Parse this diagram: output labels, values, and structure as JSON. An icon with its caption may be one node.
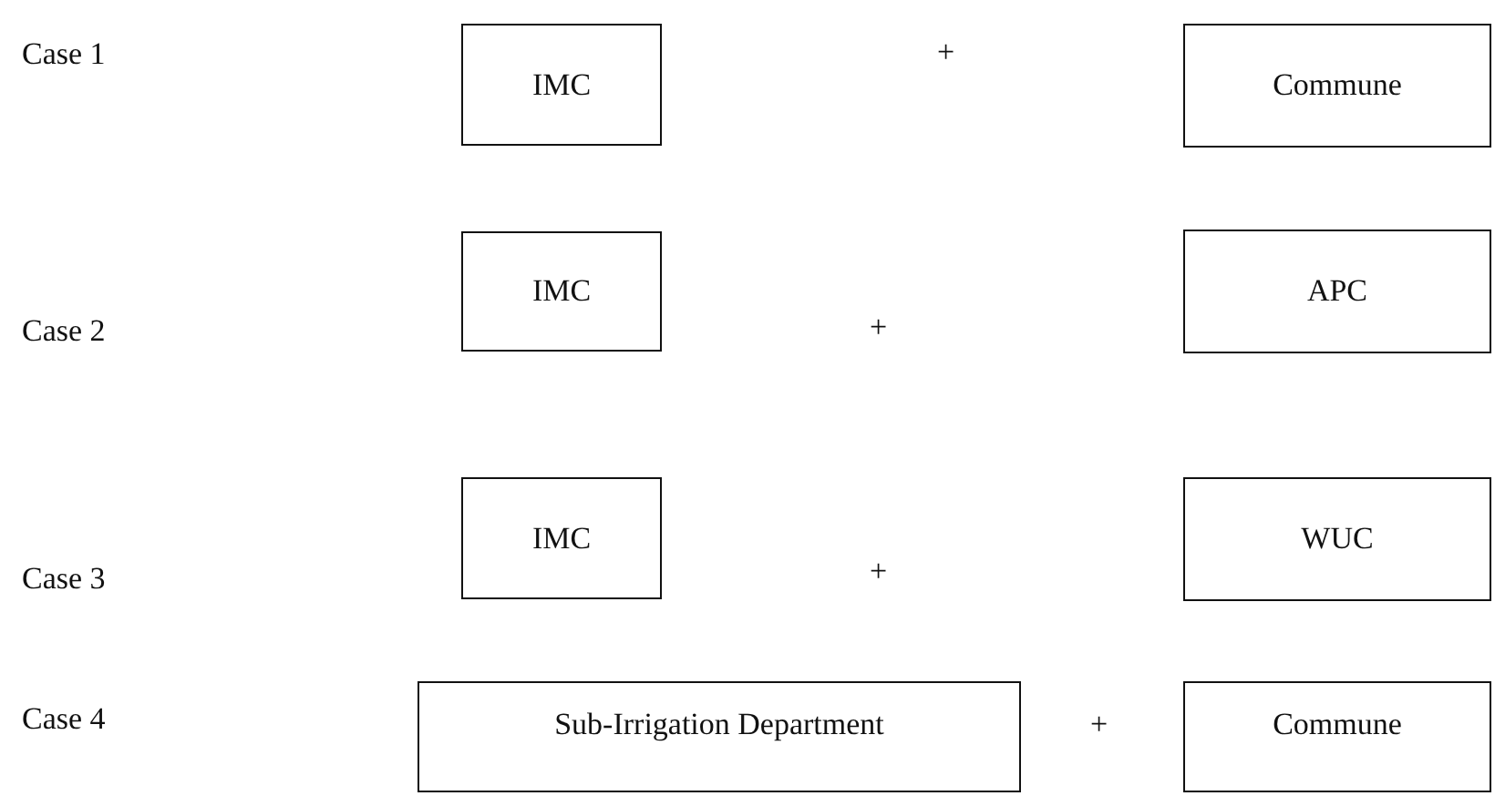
{
  "diagram": {
    "nodes": [
      {
        "text": [
          "IMC"
        ]
      },
      {
        "text": [
          "Commune"
        ]
      },
      {
        "text": [
          "IMC"
        ]
      },
      {
        "text": [
          "APC"
        ]
      },
      {
        "text": [
          "IMC"
        ]
      },
      {
        "text": [
          "WUC"
        ]
      },
      {
        "text": [
          "Sub-Irrigation Department"
        ]
      },
      {
        "text": [
          "Commune"
        ]
      }
    ],
    "labels": [
      "Case 1",
      "+",
      "Case 2",
      "+",
      "Case 3",
      "+",
      "Case 4",
      "+"
    ]
  }
}
